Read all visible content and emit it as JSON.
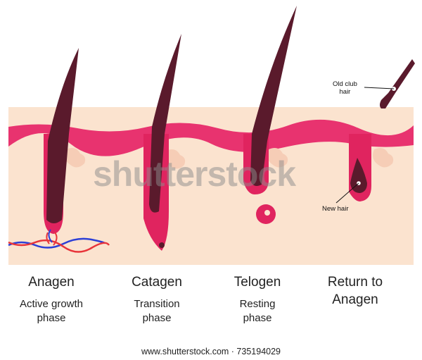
{
  "phases": [
    {
      "name": "Anagen",
      "description_line1": "Active growth",
      "description_line2": "phase"
    },
    {
      "name": "Catagen",
      "description_line1": "Transition",
      "description_line2": "phase"
    },
    {
      "name": "Telogen",
      "description_line1": "Resting",
      "description_line2": "phase"
    },
    {
      "name_line1": "Return to",
      "name_line2": "Anagen"
    }
  ],
  "callouts": {
    "old_club_hair_line1": "Old club",
    "old_club_hair_line2": "hair",
    "new_hair": "New hair"
  },
  "watermark": "shutterstock",
  "footer": "www.shutterstock.com · 735194029",
  "colors": {
    "skin": "#fbe3cf",
    "epidermis_band": "#e8336f",
    "follicle": "#e0245f",
    "hair_shaft": "#5a1a2c",
    "sebaceous_gland": "#f6cdb6",
    "artery": "#e8343a",
    "vein": "#2c3fd6"
  }
}
